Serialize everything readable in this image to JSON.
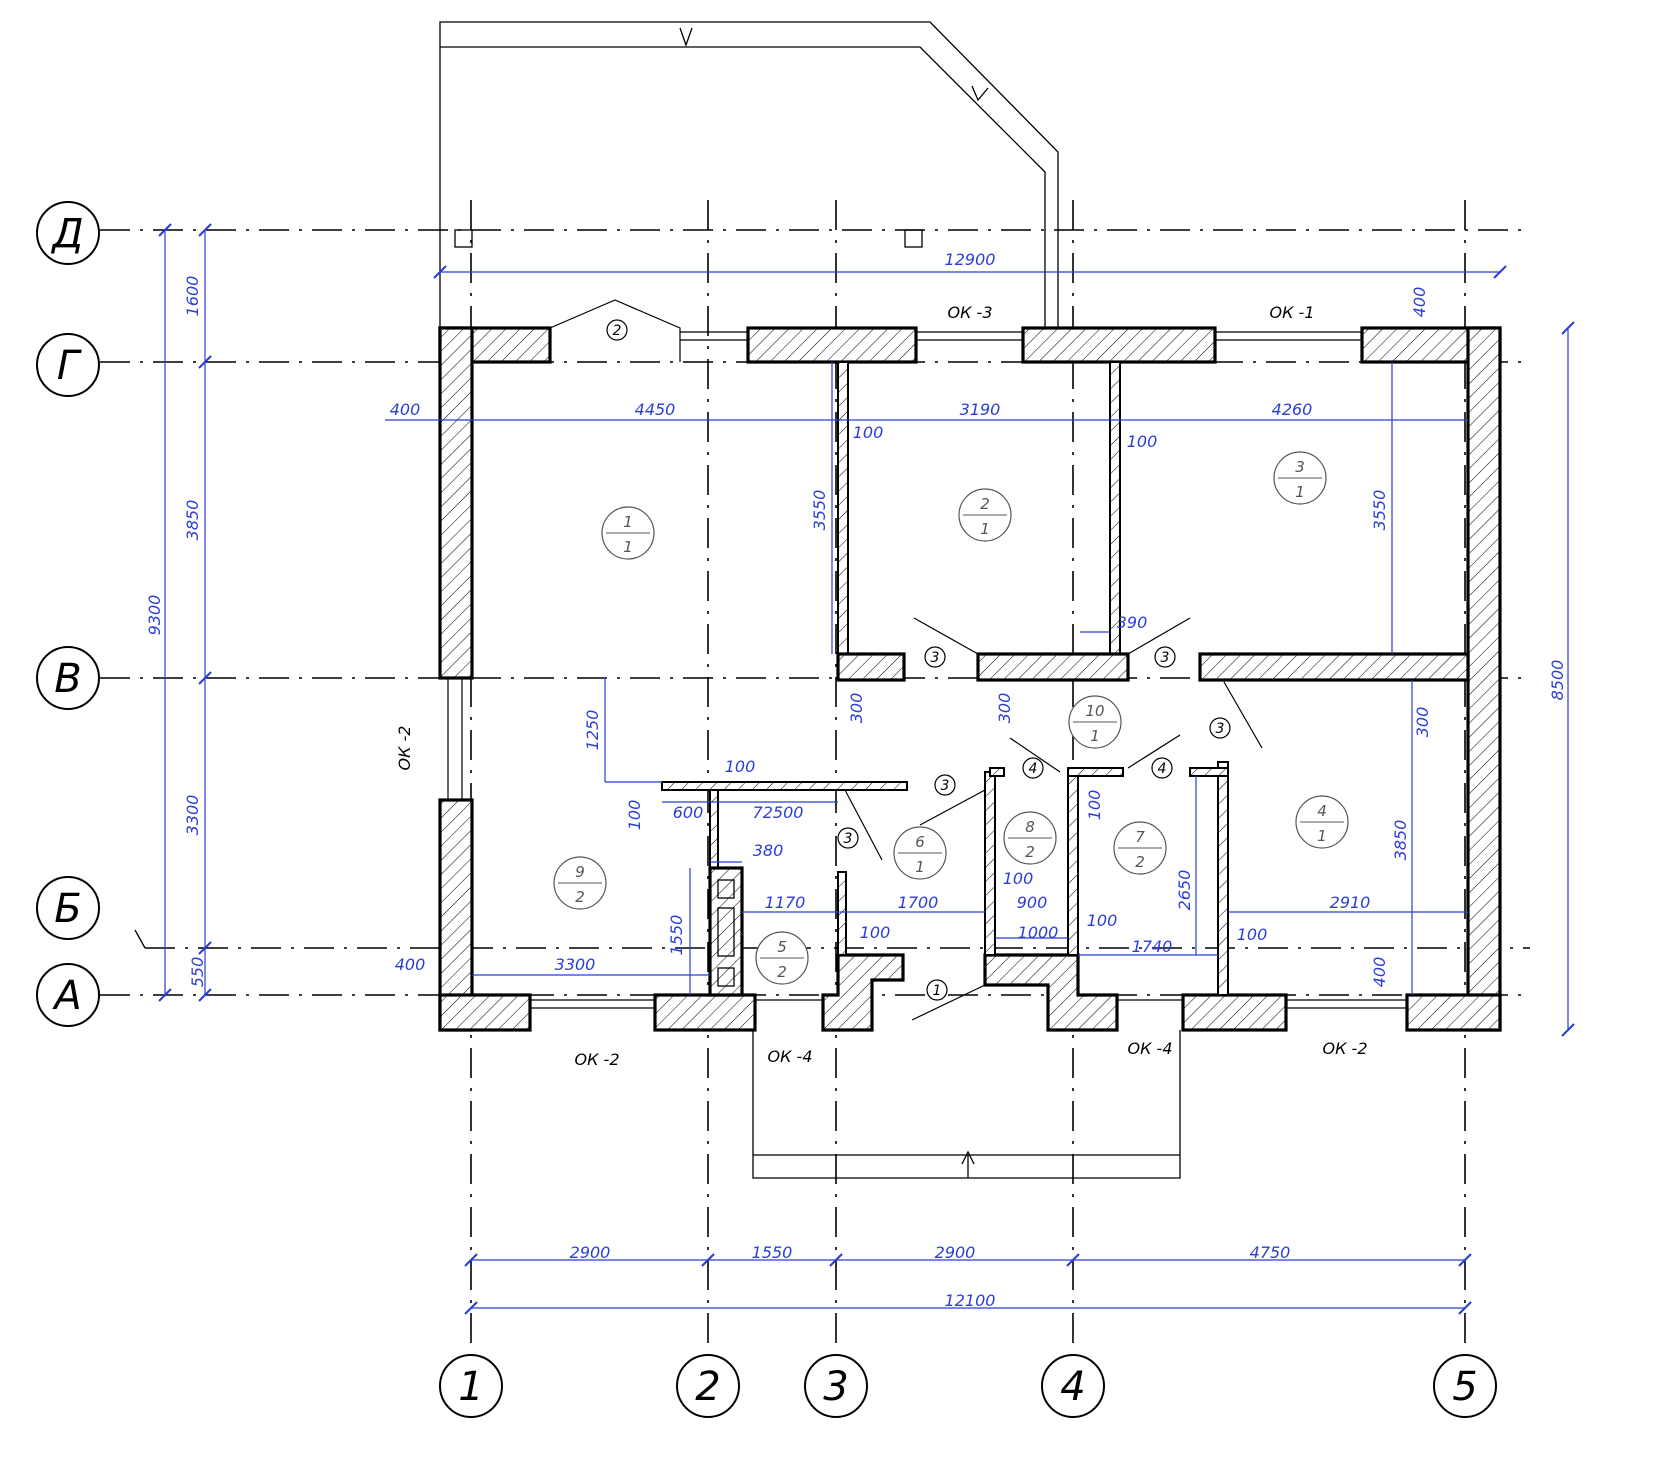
{
  "axes": {
    "rows": [
      {
        "id": "row-d",
        "label": "Д"
      },
      {
        "id": "row-g",
        "label": "Г"
      },
      {
        "id": "row-v",
        "label": "В"
      },
      {
        "id": "row-b",
        "label": "Б"
      },
      {
        "id": "row-a",
        "label": "А"
      }
    ],
    "columns": [
      {
        "id": "col-1",
        "label": "1"
      },
      {
        "id": "col-2",
        "label": "2"
      },
      {
        "id": "col-3",
        "label": "3"
      },
      {
        "id": "col-4",
        "label": "4"
      },
      {
        "id": "col-5",
        "label": "5"
      }
    ]
  },
  "dimensions": {
    "top_total": "12900",
    "bottom_segments": [
      "2900",
      "1550",
      "2900",
      "4750"
    ],
    "bottom_total": "12100",
    "left_total": "9300",
    "left_segments": [
      "1600",
      "3850",
      "3300",
      "550"
    ],
    "right_total": "8500",
    "interior": {
      "w400_top": "400",
      "d4450": "4450",
      "d3190": "3190",
      "d4260": "4260",
      "d100a": "100",
      "d100b": "100",
      "d3550l": "3550",
      "d3550r": "3550",
      "d400tr": "400",
      "d390": "390",
      "d300a": "300",
      "d300b": "300",
      "d300c": "300",
      "d1250": "1250",
      "d100c": "100",
      "d100d": "100",
      "d600": "600",
      "d72500": "72500",
      "d380": "380",
      "d1550": "1550",
      "d1170": "1170",
      "d1700": "1700",
      "d900": "900",
      "d100e": "100",
      "d100f": "100",
      "d1000": "1000",
      "d100g": "100",
      "d100h": "100",
      "d2650": "2650",
      "d1740": "1740",
      "d2910": "2910",
      "d100i": "100",
      "d3850r": "3850",
      "d400br": "400",
      "d400bl": "400",
      "d3300b": "3300"
    }
  },
  "windows": {
    "ok3": "ОК -3",
    "ok1": "ОК -1",
    "ok2_left": "ОК -2",
    "ok2_bottom_left": "ОК -2",
    "ok4_left": "ОК -4",
    "ok4_right": "ОК -4",
    "ok2_bottom_right": "ОК -2"
  },
  "rooms": [
    {
      "id": "room-1",
      "num": "1",
      "type": "1"
    },
    {
      "id": "room-2",
      "num": "2",
      "type": "1"
    },
    {
      "id": "room-3",
      "num": "3",
      "type": "1"
    },
    {
      "id": "room-4",
      "num": "4",
      "type": "1"
    },
    {
      "id": "room-5",
      "num": "5",
      "type": "2"
    },
    {
      "id": "room-6",
      "num": "6",
      "type": "1"
    },
    {
      "id": "room-7",
      "num": "7",
      "type": "2"
    },
    {
      "id": "room-8",
      "num": "8",
      "type": "2"
    },
    {
      "id": "room-9",
      "num": "9",
      "type": "2"
    },
    {
      "id": "room-10",
      "num": "10",
      "type": "1"
    }
  ],
  "door_marks": {
    "m2": "2",
    "m3a": "3",
    "m3b": "3",
    "m3c": "3",
    "m3d": "3",
    "m3e": "3",
    "m4a": "4",
    "m4b": "4",
    "m1": "1"
  }
}
